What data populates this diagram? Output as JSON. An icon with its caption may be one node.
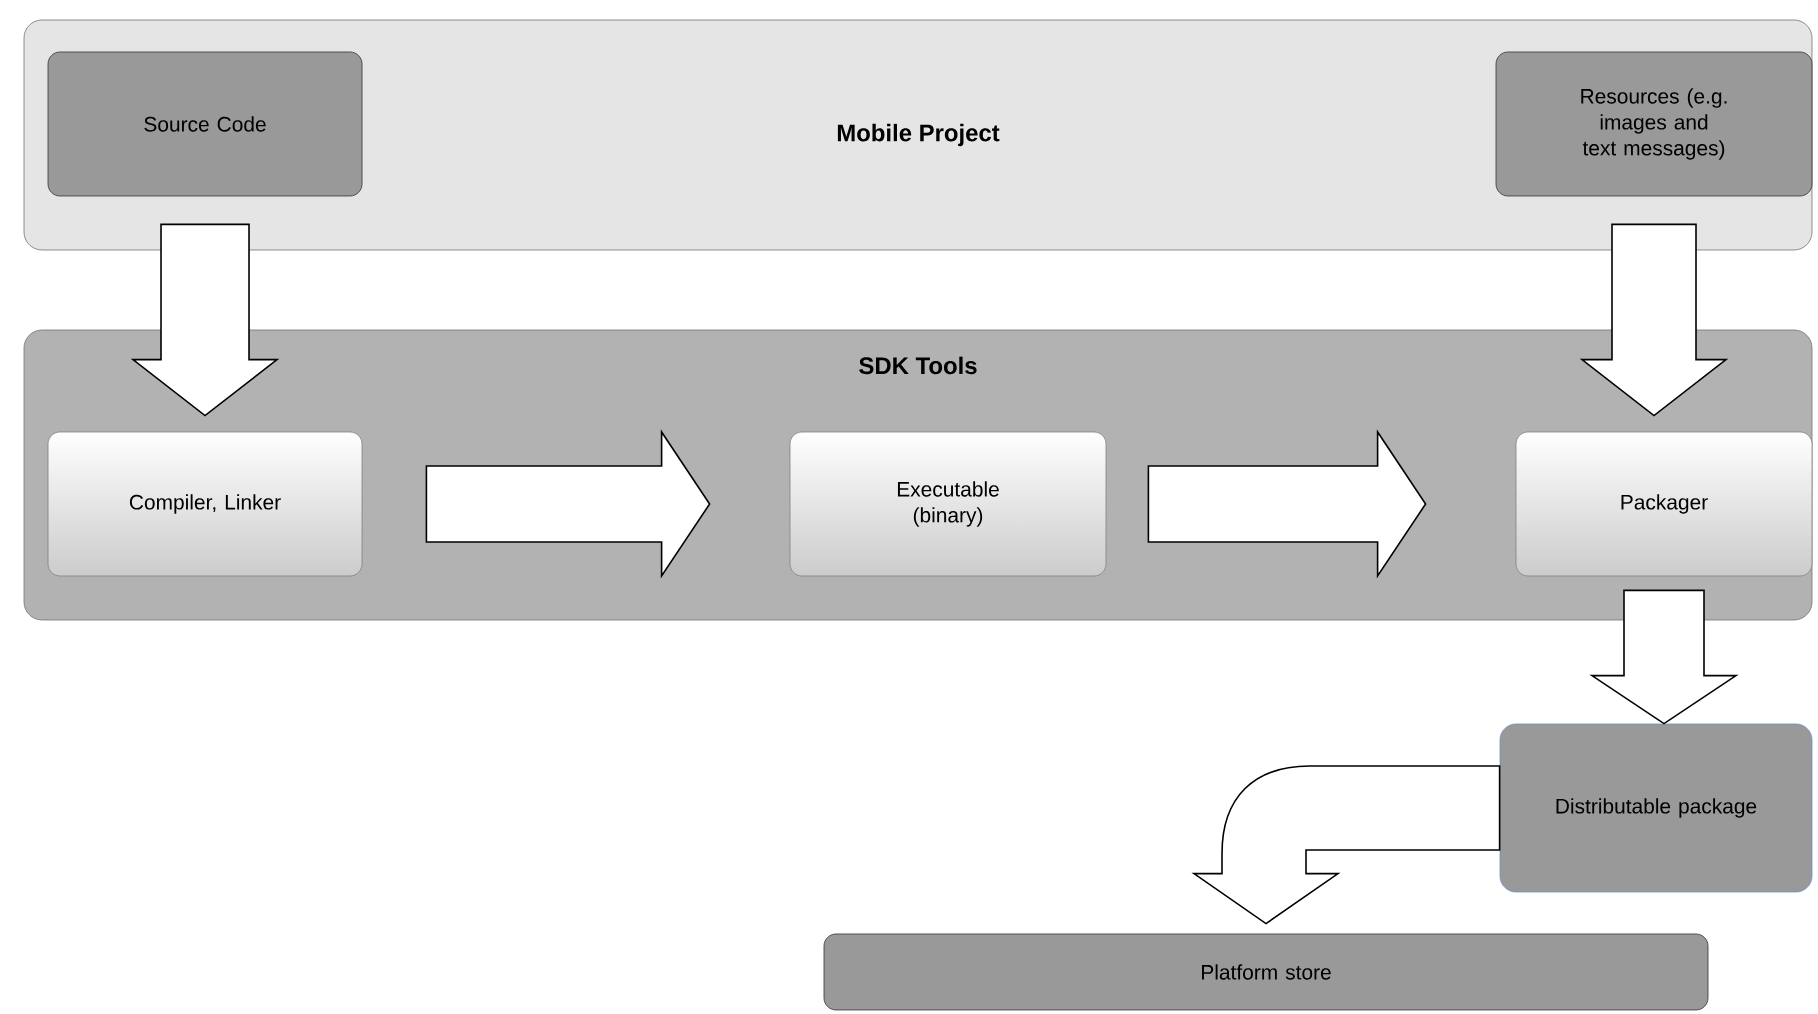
{
  "diagram": {
    "nodes": [
      {
        "text": [
          "Mobile Project"
        ]
      },
      {
        "text": [
          "Source Code"
        ],
        "in": 0
      },
      {
        "text": [
          "Resources (e.g. images and text messages)"
        ],
        "in": 0
      },
      {
        "text": [
          "SDK Tools"
        ]
      },
      {
        "text": [
          "Compiler, Linker"
        ],
        "in": 3
      },
      {
        "text": [
          "Executable (binary)"
        ],
        "in": 3
      },
      {
        "text": [
          "Packager"
        ],
        "in": 3
      },
      {
        "text": [
          "Distributable package"
        ]
      },
      {
        "text": [
          "Platform store"
        ]
      }
    ],
    "edges": [
      {
        "from": 1,
        "to": 4,
        "arrow": "to"
      },
      {
        "from": 2,
        "to": 6,
        "arrow": "to"
      },
      {
        "from": 4,
        "to": 5,
        "arrow": "to"
      },
      {
        "from": 5,
        "to": 6,
        "arrow": "to"
      },
      {
        "from": 6,
        "to": 7,
        "arrow": "to"
      },
      {
        "from": 7,
        "to": 8,
        "arrow": "to"
      }
    ]
  }
}
